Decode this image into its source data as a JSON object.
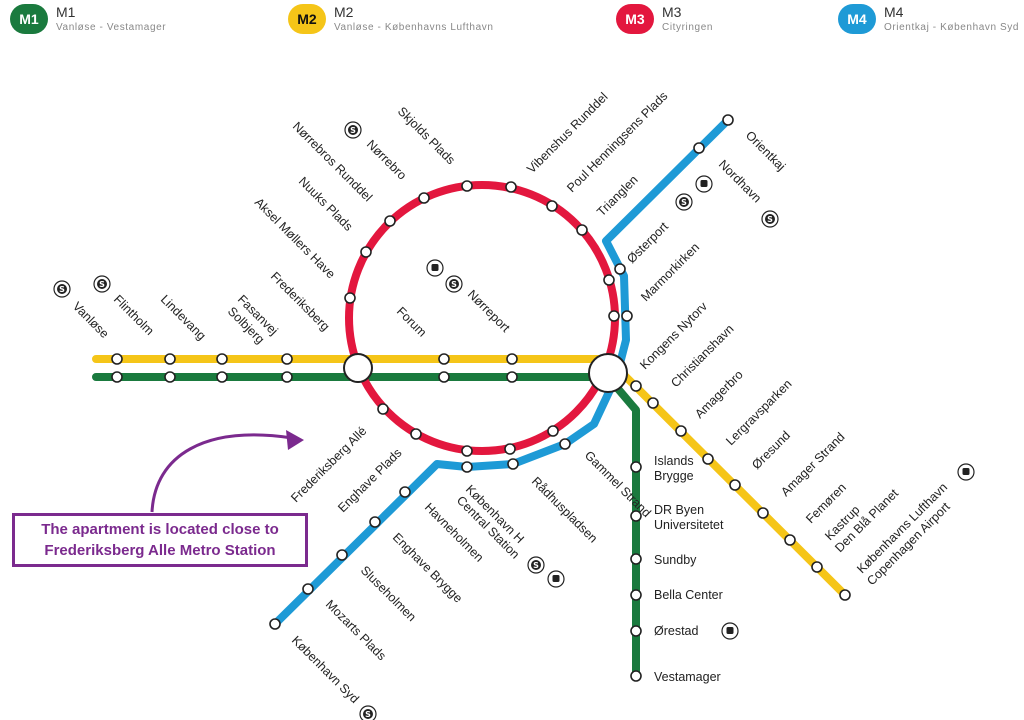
{
  "lines": [
    {
      "badge": "M1",
      "name": "M1",
      "description": "Vanløse - Vestamager",
      "color": "#1a7a3e"
    },
    {
      "badge": "M2",
      "name": "M2",
      "description": "Vanløse - Københavns Lufthavn",
      "color": "#f5c518"
    },
    {
      "badge": "M3",
      "name": "M3",
      "description": "Cityringen",
      "color": "#e3173e"
    },
    {
      "badge": "M4",
      "name": "M4",
      "description": "Orientkaj - København Syd",
      "color": "#1e9ad6"
    }
  ],
  "stations": {
    "vanlose": "Vanløse",
    "flintholm": "Flintholm",
    "lindevang": "Lindevang",
    "fasanvej": "Fasanvej",
    "solbjerg": "Solbjerg",
    "frederiksberg": "Frederiksberg",
    "aksel_mollers_have": "Aksel Møllers Have",
    "nuuks_plads": "Nuuks Plads",
    "norrebros_runddel": "Nørrebros Runddel",
    "norrebro": "Nørrebro",
    "skjolds_plads": "Skjolds Plads",
    "vibenshus_runddel": "Vibenshus Runddel",
    "poul_henningsens_plads": "Poul Henningsens Plads",
    "trianglen": "Trianglen",
    "osterport": "Østerport",
    "nordhavn": "Nordhavn",
    "orientkaj": "Orientkaj",
    "marmorkirken": "Marmorkirken",
    "kongens_nytorv": "Kongens Nytorv",
    "christianshavn": "Christianshavn",
    "amagerbro": "Amagerbro",
    "lergravsparken": "Lergravsparken",
    "oresund": "Øresund",
    "amager_strand": "Amager Strand",
    "femoren": "Femøren",
    "kastrup": "Kastrup",
    "den_bla_planet": "Den Blå Planet",
    "kobenhavns_lufthavn": "Københavns Lufthavn",
    "copenhagen_airport": "Copenhagen Airport",
    "forum": "Forum",
    "norreport": "Nørreport",
    "frederiksberg_alle": "Frederiksberg Allé",
    "enghave_plads": "Enghave Plads",
    "kobenhavn_h": "København H",
    "central_station": "Central Station",
    "radhuspladsen": "Rådhuspladsen",
    "gammel_strand": "Gammel Strand",
    "havneholmen": "Havneholmen",
    "enghave_brygge": "Enghave Brygge",
    "sluseholmen": "Sluseholmen",
    "mozarts_plads": "Mozarts Plads",
    "kobenhavn_syd": "København Syd",
    "islands_brygge_1": "Islands",
    "islands_brygge_2": "Brygge",
    "dr_byen_1": "DR Byen",
    "dr_byen_2": "Universitetet",
    "sundby": "Sundby",
    "bella_center": "Bella Center",
    "orestad": "Ørestad",
    "vestamager": "Vestamager"
  },
  "annotation": {
    "line1": "The apartment is located close to",
    "line2": "Frederiksberg Alle Metro Station",
    "color": "#7b2a8e"
  },
  "icons": {
    "train": "train-icon",
    "s_train": "s-train-icon",
    "airport_train": "airport-train-icon"
  }
}
